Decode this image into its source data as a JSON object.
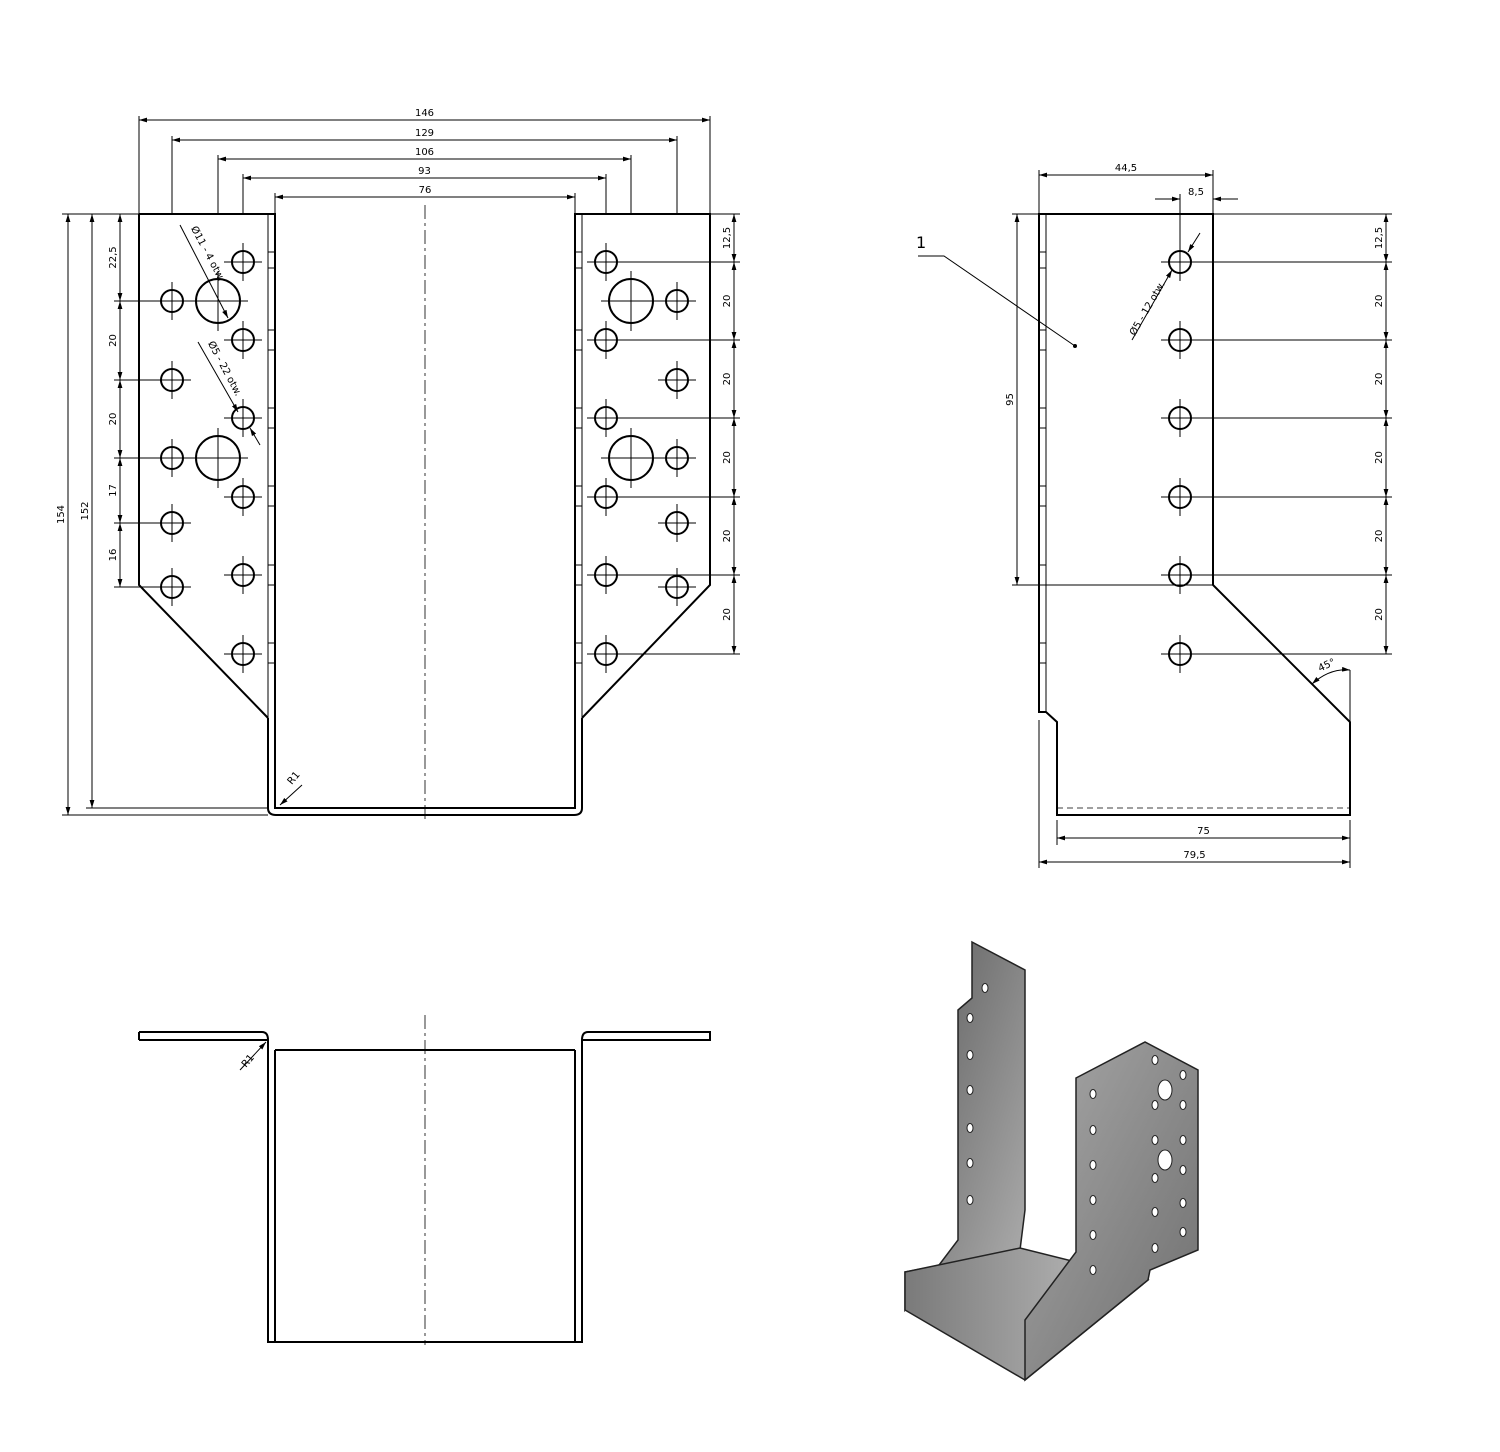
{
  "front_view": {
    "overall_widths": [
      "146",
      "129",
      "106",
      "93",
      "76"
    ],
    "heights": [
      "154",
      "152"
    ],
    "left_chain": [
      "22,5",
      "20",
      "20",
      "17",
      "16"
    ],
    "right_chain": [
      "12,5",
      "20",
      "20",
      "20",
      "20",
      "20"
    ],
    "large_hole_note": "Ø11 - 4 otw.",
    "small_hole_note": "Ø5 - 22 otw.",
    "radius": "R1"
  },
  "side_view": {
    "part_number": "1",
    "width_top": "44,5",
    "hole_offset": "8,5",
    "height": "95",
    "right_chain": [
      "12,5",
      "20",
      "20",
      "20",
      "20",
      "20"
    ],
    "hole_note": "Ø5 - 12 otw.",
    "angle": "45°",
    "base_inner": "75",
    "base_outer": "79,5"
  },
  "bottom_view": {
    "radius": "R1"
  },
  "colors": {
    "line": "#000000",
    "metal": "#8a8a8a"
  }
}
